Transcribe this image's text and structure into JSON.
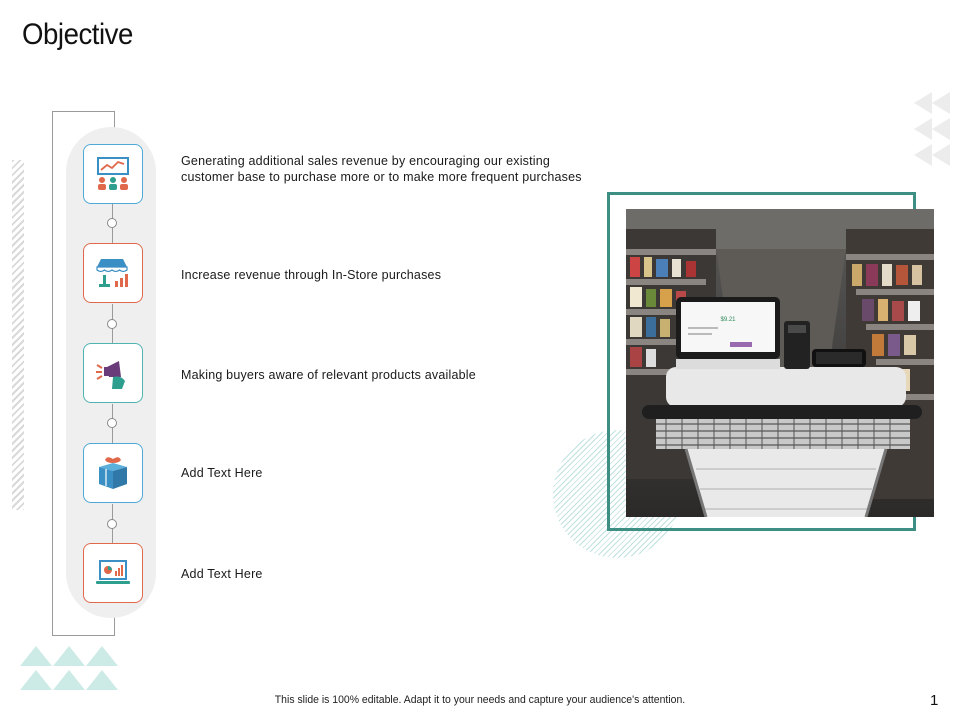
{
  "slide": {
    "title": "Objective",
    "footer": "This slide is 100% editable. Adapt it to your needs and capture your audience's attention.",
    "page_number": "1"
  },
  "items": [
    {
      "icon": "presentation-audience-icon",
      "border": "#4fa9d6",
      "text": "Generating  additional  sales  revenue  by  encouraging  our  existing customer  base  to  purchase  more  or  to  make  more  frequent purchases"
    },
    {
      "icon": "store-revenue-icon",
      "border": "#e0694c",
      "text": "Increase  revenue  through  In-Store  purchases"
    },
    {
      "icon": "megaphone-icon",
      "border": "#4fb3b0",
      "text": "Making  buyers  aware  of  relevant  products  available"
    },
    {
      "icon": "gift-box-icon",
      "border": "#4fa9d6",
      "text": "Add  Text  Here"
    },
    {
      "icon": "laptop-chart-icon",
      "border": "#e0694c",
      "text": "Add  Text  Here"
    }
  ],
  "photo": {
    "subject": "smart-shopping-cart-photo",
    "screen_amount": "$9.21"
  },
  "colors": {
    "accent_teal": "#3d8f83",
    "accent_blue": "#4fa9d6",
    "accent_red": "#e0694c",
    "deco_mint": "#cdebe6"
  }
}
